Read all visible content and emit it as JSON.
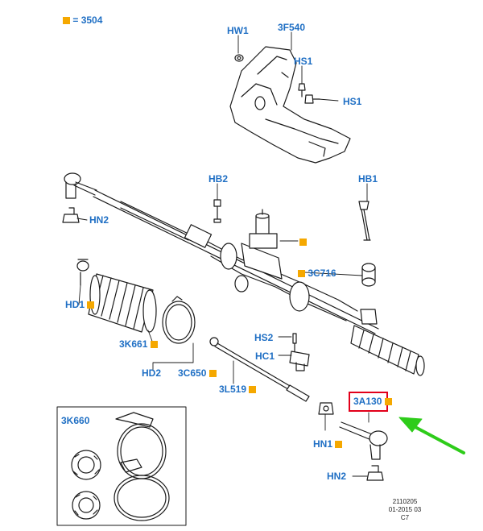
{
  "legend": {
    "code": "3504",
    "equals": "="
  },
  "labels": {
    "hw1": "HW1",
    "f3540": "3F540",
    "hs1_top": "HS1",
    "hs1_right": "HS1",
    "hb2": "HB2",
    "hb1": "HB1",
    "hn2_left": "HN2",
    "c3716": "3C716",
    "hd1": "HD1",
    "k3661": "3K661",
    "hd2": "HD2",
    "c3650": "3C650",
    "hs2": "HS2",
    "hc1": "HC1",
    "l3519": "3L519",
    "a3130": "3A130",
    "hn1": "HN1",
    "hn2_bottom": "HN2",
    "k3660": "3K660"
  },
  "reference": {
    "line1": "2110205",
    "line2": "01-2015 03",
    "line3": "C7"
  },
  "colors": {
    "label": "#1f6fc4",
    "marker": "#f5a800",
    "highlight": "#e2001a",
    "arrow": "#2ecc1a",
    "line": "#1a1a1a"
  }
}
